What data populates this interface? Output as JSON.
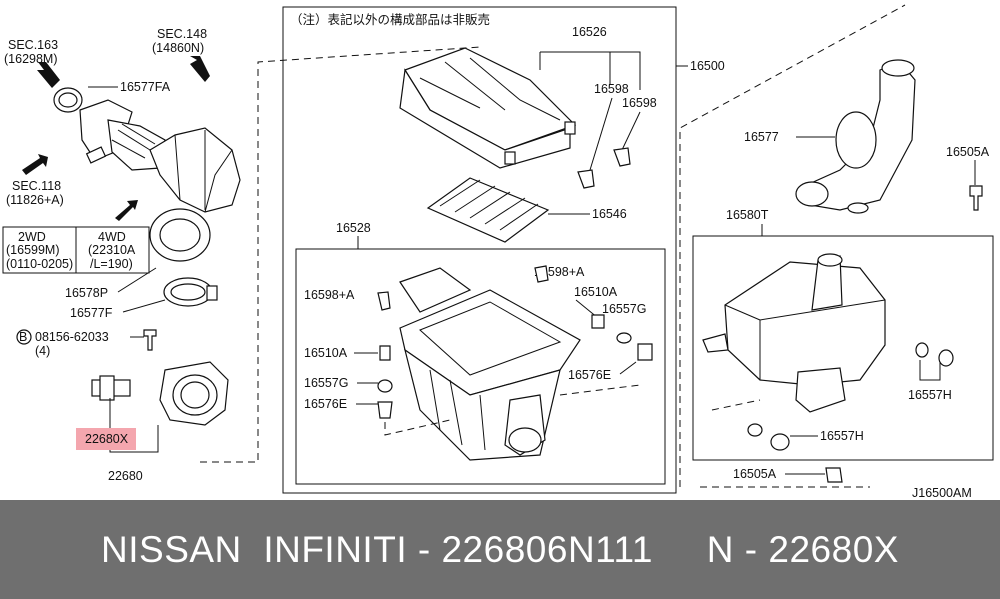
{
  "diagram": {
    "note": "（注）表記以外の構成部品は非販売",
    "labels": {
      "sec163": "SEC.163",
      "sec163_sub": "(16298M)",
      "sec148": "SEC.148",
      "sec148_sub": "(14860N)",
      "sec118": "SEC.118",
      "sec118_sub": "(11826+A)",
      "p16577FA": "16577FA",
      "wd2": "2WD",
      "wd2_part": "(16599M)",
      "wd2_range": "(0110-0205)",
      "wd4": "4WD",
      "wd4_part": "(22310A",
      "wd4_range": "/L=190)",
      "p16578P": "16578P",
      "p16577F": "16577F",
      "bolt_code": "B",
      "bolt_part": "08156-62033",
      "bolt_qty": "(4)",
      "p22680X": "22680X",
      "p22680": "22680",
      "p16526": "16526",
      "p16500": "16500",
      "p16598_a": "16598",
      "p16598_b": "16598",
      "p16546": "16546",
      "p16528": "16528",
      "p16598A_l": "16598+A",
      "p16598A_r": "16598+A",
      "p16510A_r": "16510A",
      "p16557G_r": "16557G",
      "p16510A_l": "16510A",
      "p16557G_l": "16557G",
      "p16576E_l": "16576E",
      "p16576E_r": "16576E",
      "p16577": "16577",
      "p16505A_top": "16505A",
      "p16580T": "16580T",
      "p16557H_r": "16557H",
      "p16557H_b": "16557H",
      "p16505A_bot": "16505A",
      "ref": "J16500AM"
    }
  },
  "footer": {
    "text": "NISSAN  INFINITI - 226806N111     N - 22680X"
  },
  "colors": {
    "highlight": "#f4a6ae",
    "footer_bg": "#6f6f6f",
    "footer_text": "#ffffff"
  }
}
